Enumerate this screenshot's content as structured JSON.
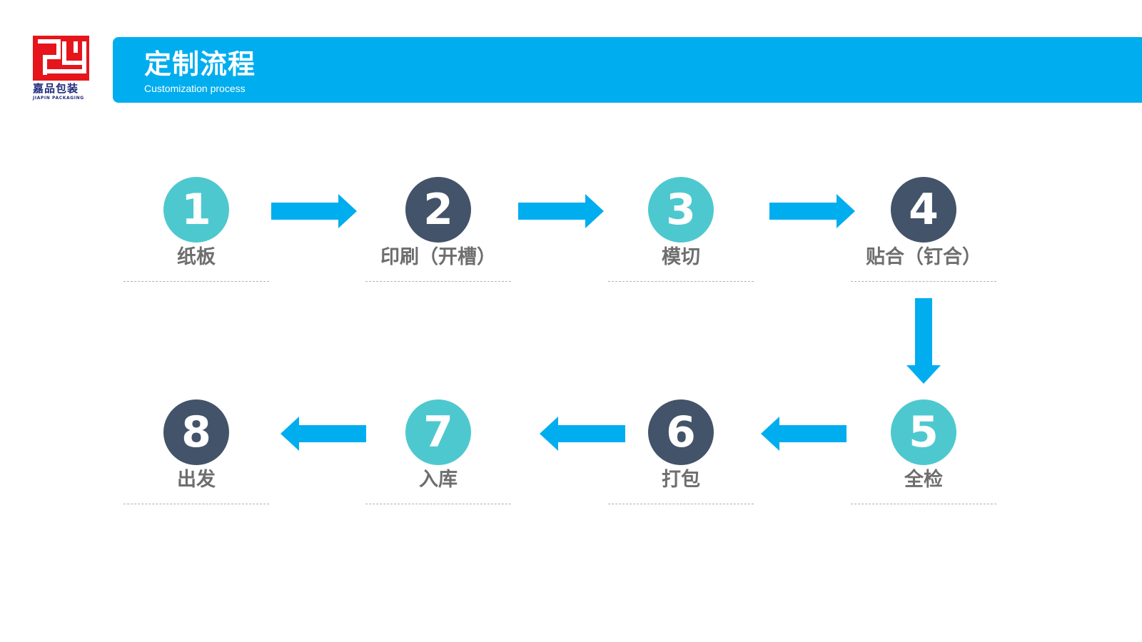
{
  "logo": {
    "name_cn": "嘉品包装",
    "name_en": "JIAPIN PACKAGING",
    "mark_color": "#e6141b",
    "text_color": "#1f2a7a"
  },
  "header": {
    "title": "定制流程",
    "subtitle": "Customization process",
    "bar_color": "#00adef"
  },
  "colors": {
    "teal": "#4ec8cf",
    "navy": "#435369",
    "arrow": "#00adef",
    "label": "#6e6e6e"
  },
  "steps": [
    {
      "number": "1",
      "label": "纸板",
      "color": "teal"
    },
    {
      "number": "2",
      "label": "印刷（开槽）",
      "color": "navy"
    },
    {
      "number": "3",
      "label": "模切",
      "color": "teal"
    },
    {
      "number": "4",
      "label": "贴合（钉合）",
      "color": "navy"
    },
    {
      "number": "5",
      "label": "全检",
      "color": "teal"
    },
    {
      "number": "6",
      "label": "打包",
      "color": "navy"
    },
    {
      "number": "7",
      "label": "入库",
      "color": "teal"
    },
    {
      "number": "8",
      "label": "出发",
      "color": "navy"
    }
  ]
}
